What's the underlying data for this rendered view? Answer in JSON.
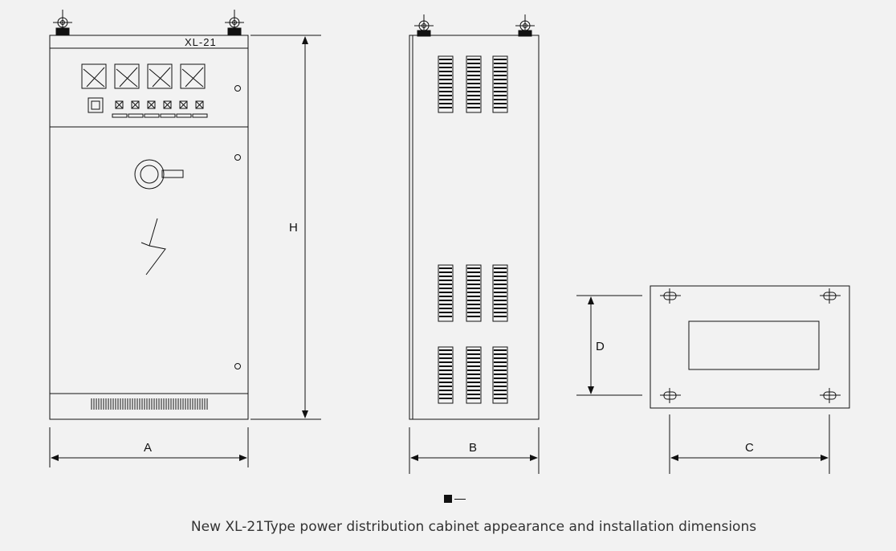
{
  "drawing": {
    "model_label": "XL-21",
    "dimension_labels": {
      "width_front": "A",
      "height": "H",
      "depth_side": "B",
      "mount_width": "C",
      "mount_depth": "D"
    }
  },
  "caption": "New XL-21Type power distribution cabinet appearance and installation dimensions",
  "colors": {
    "line": "#111111",
    "background": "#f2f2f2"
  }
}
